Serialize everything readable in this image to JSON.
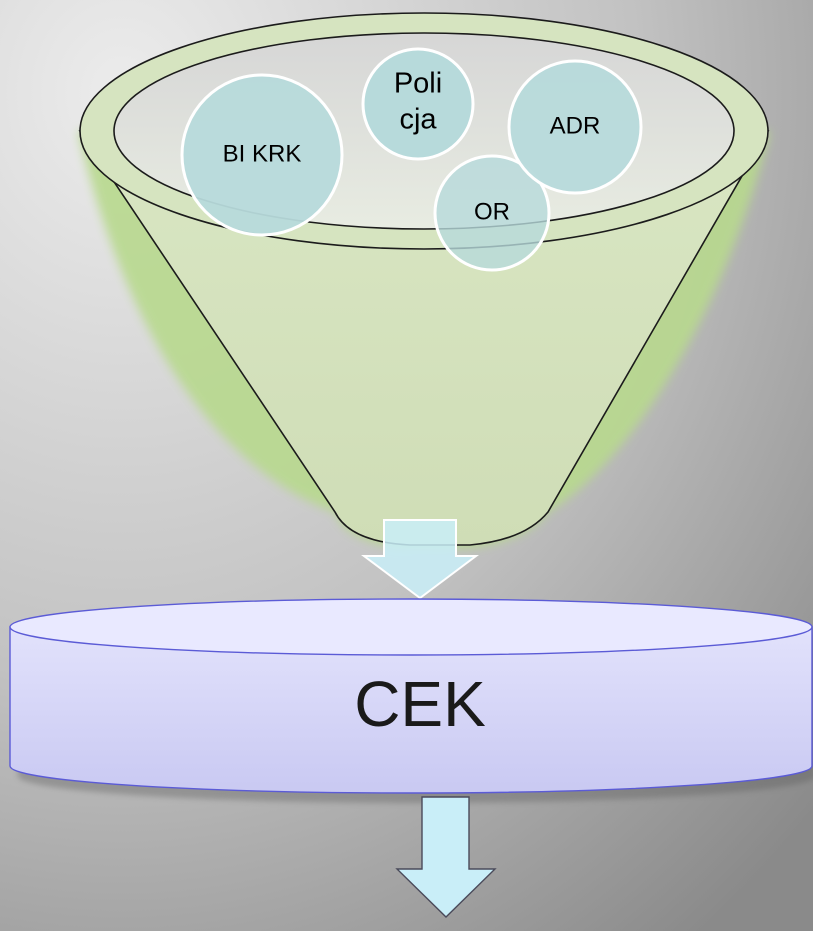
{
  "funnel": {
    "sources": [
      {
        "id": "bi-krk",
        "lines": [
          "BI KRK"
        ]
      },
      {
        "id": "policja",
        "lines": [
          "Poli",
          "cja"
        ]
      },
      {
        "id": "adr",
        "lines": [
          "ADR"
        ]
      },
      {
        "id": "or",
        "lines": [
          "OR"
        ]
      }
    ]
  },
  "database": {
    "label": "CEK"
  },
  "colors": {
    "background_light": "#e6e6e6",
    "background_dark": "#8c8c8c",
    "funnel_fill": "#d4e2bd",
    "funnel_glow": "#b5d98c",
    "circle_fill": "#b9dbdc",
    "circle_stroke": "#ffffff",
    "arrow_fill": "#c9eef8",
    "database_top": "#e9e9ff",
    "database_side": "#d5d5f7",
    "database_stroke": "#5b5bd6"
  }
}
